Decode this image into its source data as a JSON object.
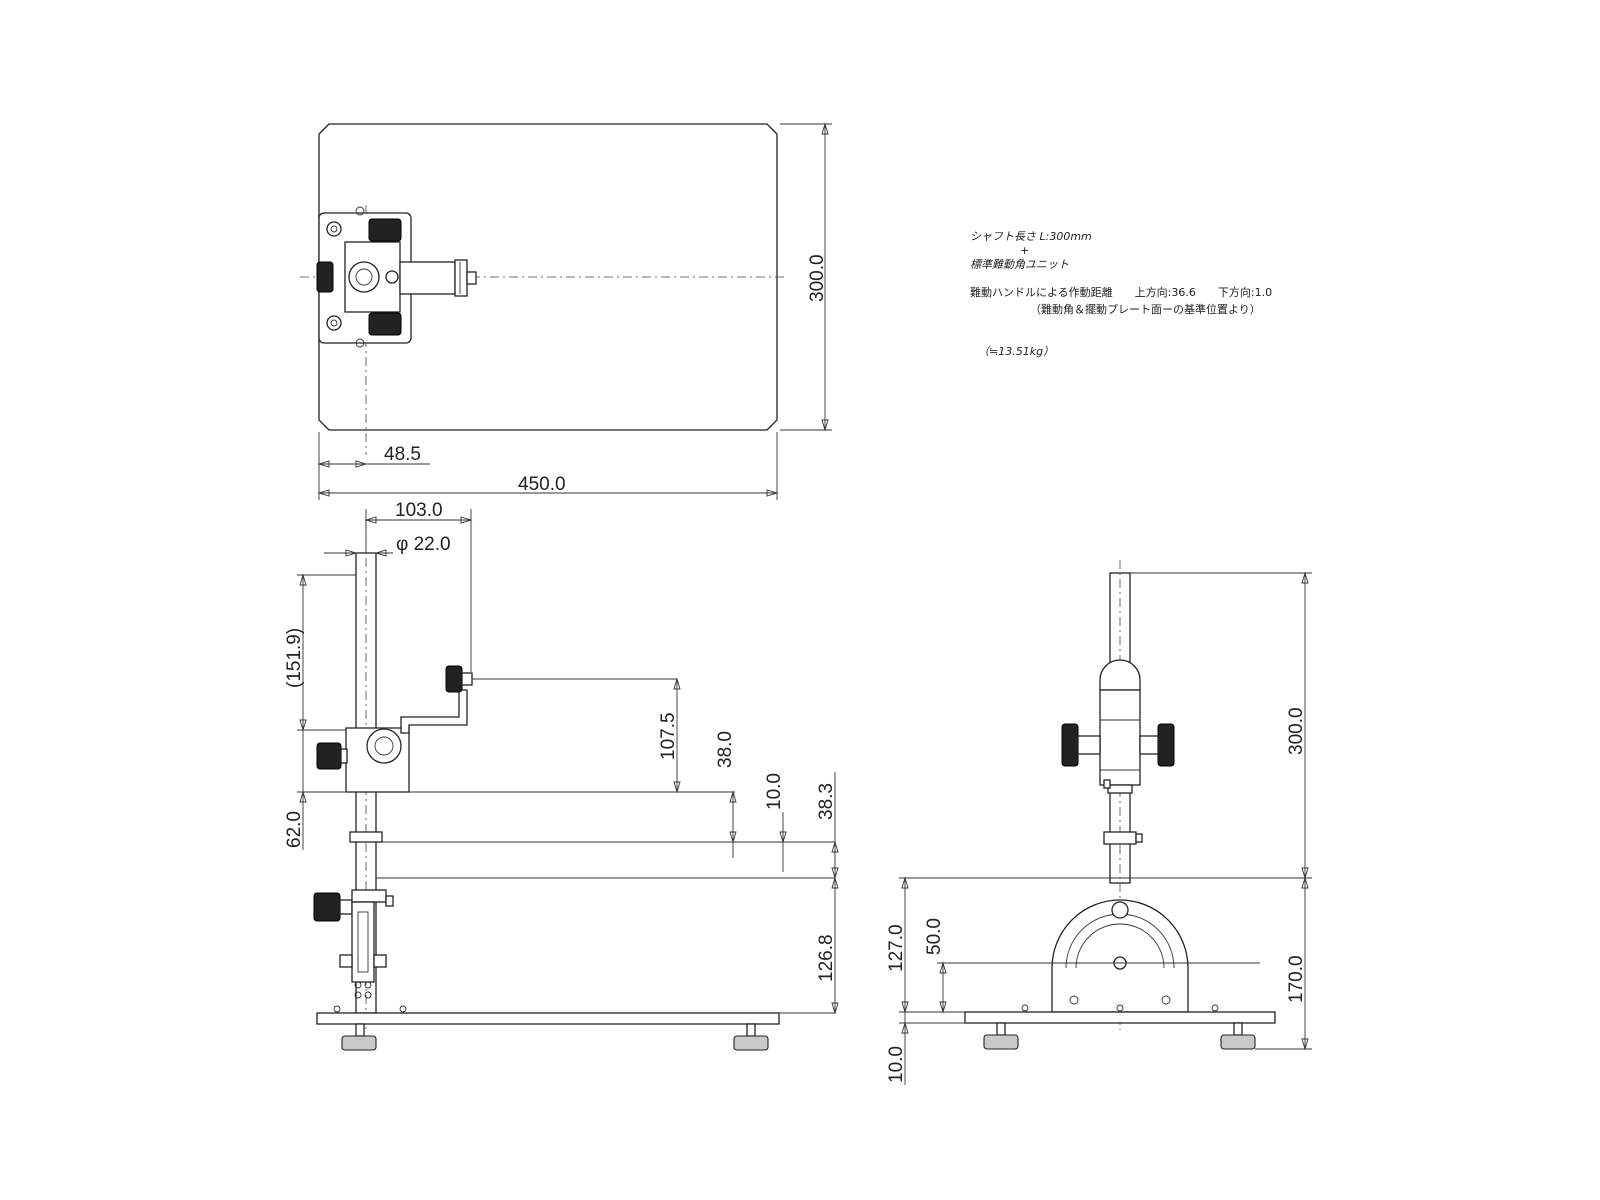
{
  "dimensions": {
    "top_width": "450.0",
    "top_offset": "48.5",
    "top_depth": "300.0",
    "arm_reach": "103.0",
    "shaft_dia": "φ 22.0",
    "upper_ref": "(151.9)",
    "arm_rise": "107.5",
    "block_h": "38.0",
    "collar_h": "10.0",
    "lower_gap": "38.3",
    "left_mid": "62.0",
    "base_h": "126.8",
    "right_total": "300.0",
    "right_lower": "170.0",
    "right_base": "127.0",
    "right_pivot": "50.0",
    "right_foot": "10.0"
  },
  "notes": {
    "line1": "シャフト長さ L:300mm",
    "line2": "+",
    "line3": "標準難動角ユニット",
    "line4": "難動ハンドルによる作動距離　　上方向:36.6　　下方向:1.0",
    "line5": "（難動角＆擺動プレート面ーの基準位置より）",
    "line6": "（≒13.51kg）"
  }
}
